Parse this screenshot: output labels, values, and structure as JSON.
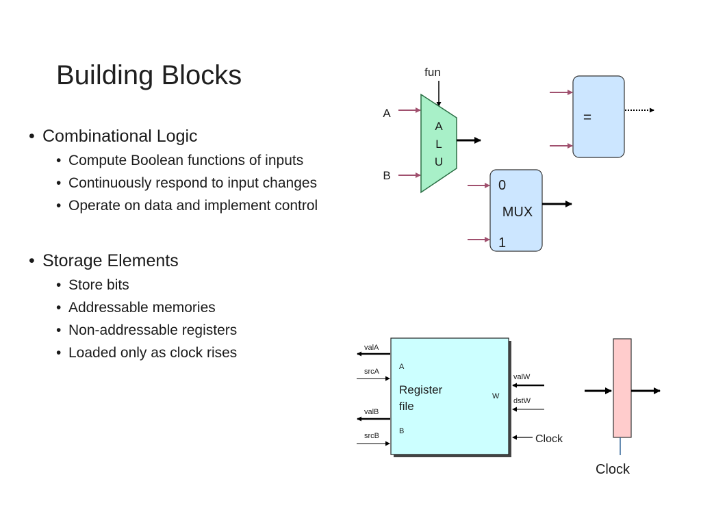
{
  "slide": {
    "title": "Building Blocks",
    "sections": [
      {
        "heading": "Combinational Logic",
        "items": [
          "Compute Boolean functions of inputs",
          "Continuously respond to input changes",
          "Operate on data and implement control"
        ]
      },
      {
        "heading": "Storage Elements",
        "items": [
          "Store bits",
          "Addressable memories",
          "Non-addressable registers",
          "Loaded only as clock rises"
        ]
      }
    ]
  },
  "alu": {
    "fun_label": "fun",
    "input_a_label": "A",
    "input_b_label": "B",
    "letters": [
      "A",
      "L",
      "U"
    ],
    "fill_color": "#a8f0c8"
  },
  "equality": {
    "symbol": "=",
    "fill_color": "#cce6ff"
  },
  "mux": {
    "input0_label": "0",
    "label": "MUX",
    "input1_label": "1",
    "fill_color": "#cce6ff"
  },
  "register_file": {
    "label_line1": "Register",
    "label_line2": "file",
    "port_a": "A",
    "port_b": "B",
    "port_w": "W",
    "valA": "valA",
    "srcA": "srcA",
    "valB": "valB",
    "srcB": "srcB",
    "valW": "valW",
    "dstW": "dstW",
    "clock_label": "Clock",
    "fill_color": "#ccffff"
  },
  "register": {
    "clock_label": "Clock",
    "fill_color": "#ffcccc"
  },
  "colors": {
    "input_arrow": "#a0506e",
    "wire": "#000000"
  }
}
